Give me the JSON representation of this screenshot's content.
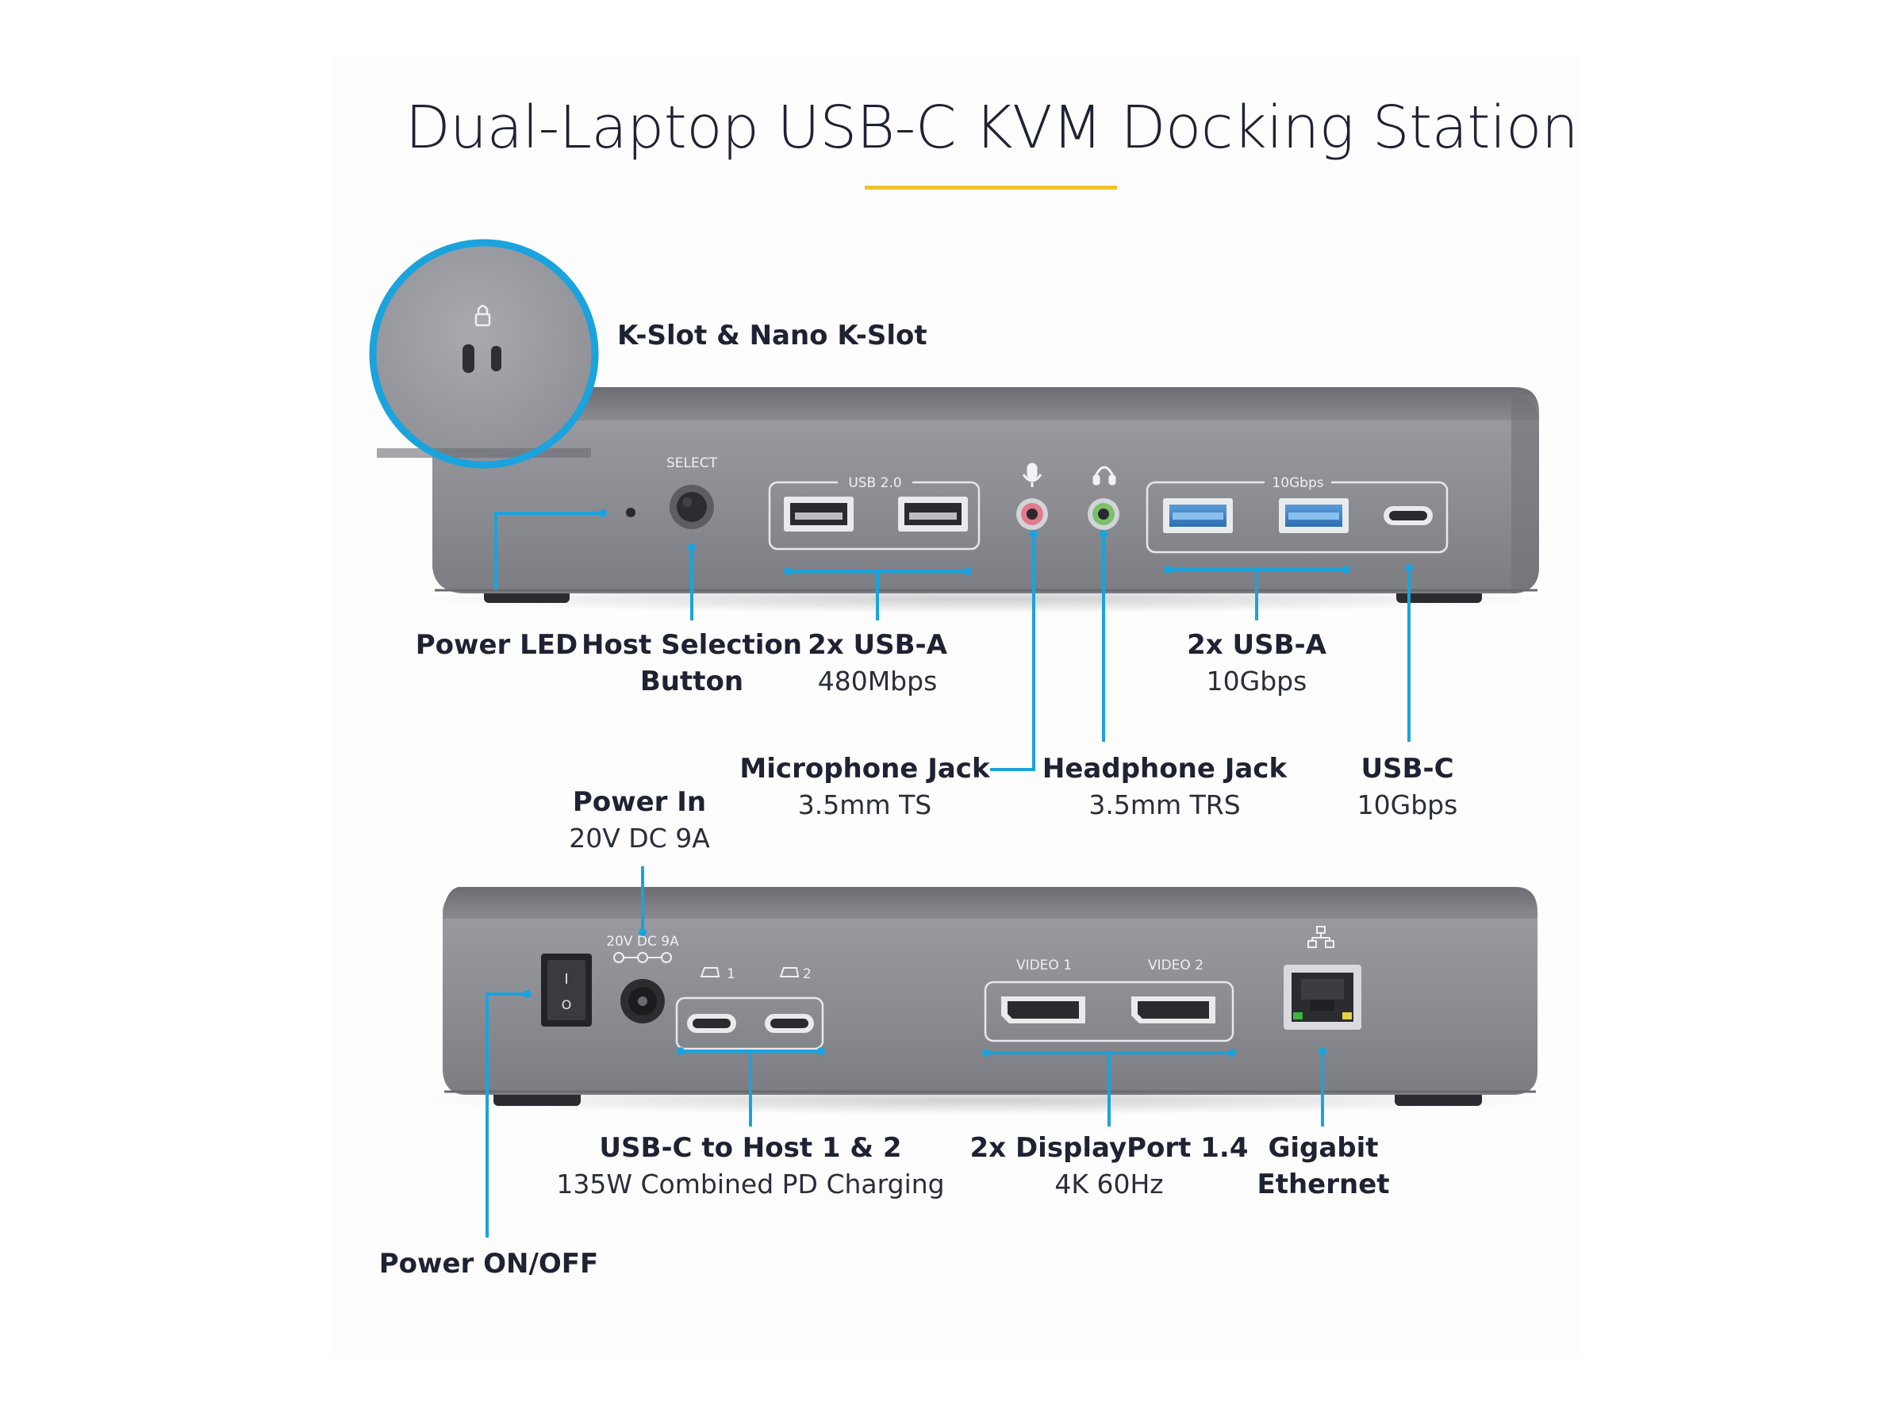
{
  "title": "Dual-Laptop USB-C KVM Docking Station",
  "colors": {
    "accent_rule": "#f0c22e",
    "callout": "#1aa3dd",
    "device": "#8e8f95",
    "text": "#1e2233"
  },
  "front_panel": {
    "device_labels": {
      "select": "SELECT",
      "usb2": "USB 2.0",
      "gbps": "10Gbps"
    },
    "icons": [
      "lock-icon",
      "microphone-icon",
      "headphone-icon"
    ],
    "callouts": {
      "kslot": {
        "name": "K-Slot & Nano K-Slot"
      },
      "power_led": {
        "name": "Power LED"
      },
      "host_select": {
        "line1": "Host Selection",
        "line2": "Button"
      },
      "usba_480": {
        "name": "2x USB-A",
        "spec": "480Mbps"
      },
      "usba_10g": {
        "name": "2x USB-A",
        "spec": "10Gbps"
      },
      "mic": {
        "name": "Microphone Jack",
        "spec": "3.5mm TS"
      },
      "headphone": {
        "name": "Headphone Jack",
        "spec": "3.5mm TRS"
      },
      "usbc": {
        "name": "USB-C",
        "spec": "10Gbps"
      }
    }
  },
  "rear_panel": {
    "device_labels": {
      "dc": "20V DC 9A",
      "host1": "1",
      "host2": "2",
      "video1": "VIDEO 1",
      "video2": "VIDEO 2",
      "switch_on": "I",
      "switch_off": "O"
    },
    "icons": [
      "laptop-icon",
      "network-icon"
    ],
    "callouts": {
      "power_in": {
        "name": "Power In",
        "spec": "20V DC 9A"
      },
      "usbc_host": {
        "name": "USB-C to Host 1 & 2",
        "spec": "135W Combined PD Charging"
      },
      "displayport": {
        "name": "2x DisplayPort 1.4",
        "spec": "4K 60Hz"
      },
      "ethernet": {
        "line1": "Gigabit",
        "line2": "Ethernet"
      },
      "power_switch": {
        "name": "Power ON/OFF"
      }
    }
  }
}
